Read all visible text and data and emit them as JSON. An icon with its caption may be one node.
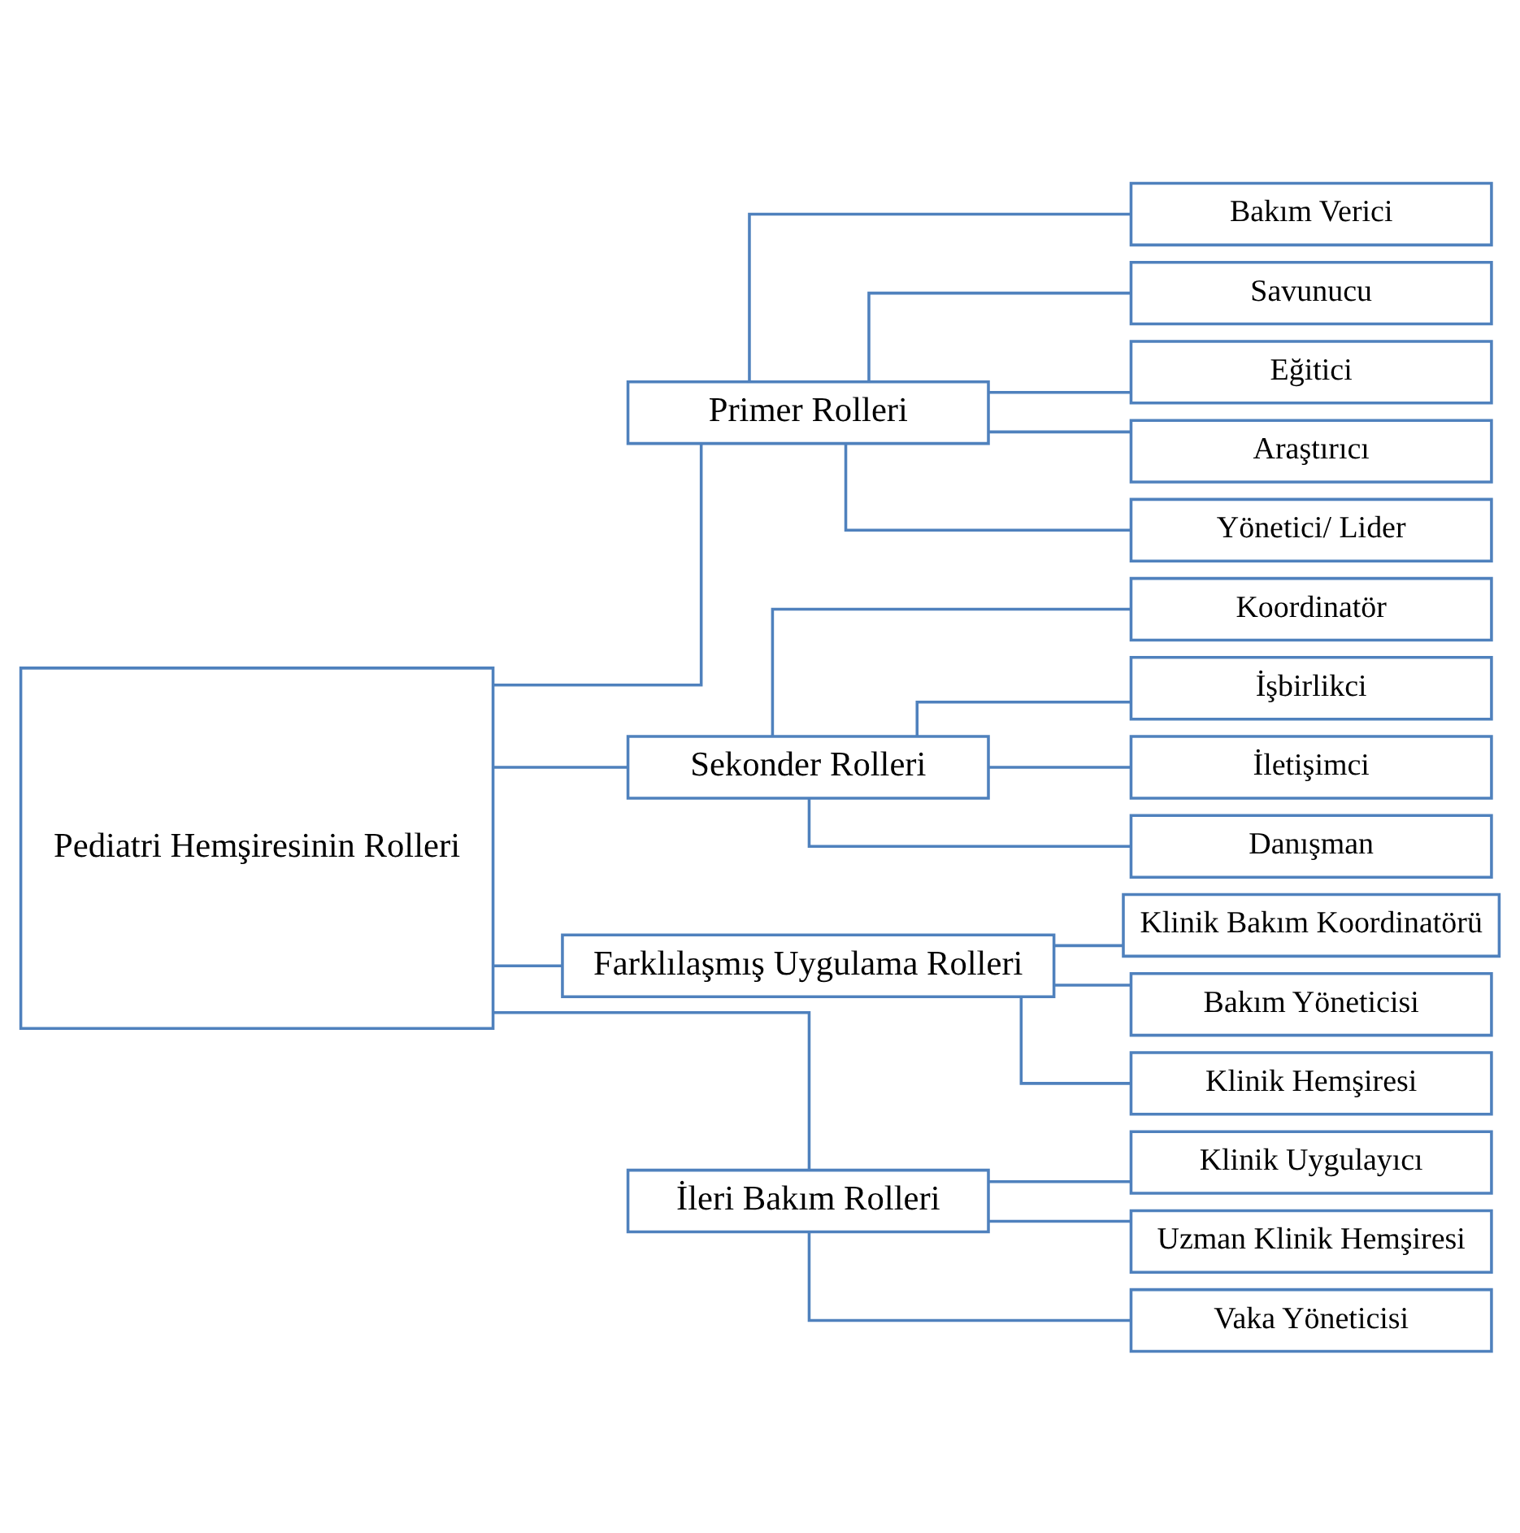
{
  "diagram": {
    "nodes": [
      {
        "text": [
          "Pediatri Hemşiresinin Rolleri"
        ]
      },
      {
        "text": [
          "Primer Rolleri"
        ]
      },
      {
        "text": [
          "Bakım Verici"
        ]
      },
      {
        "text": [
          "Savunucu"
        ]
      },
      {
        "text": [
          "Eğitici"
        ]
      },
      {
        "text": [
          "Araştırıcı"
        ]
      },
      {
        "text": [
          "Yönetici/ Lider"
        ]
      },
      {
        "text": [
          "Sekonder Rolleri"
        ]
      },
      {
        "text": [
          "Koordinatör"
        ]
      },
      {
        "text": [
          "İşbirlikci"
        ]
      },
      {
        "text": [
          "İletişimci"
        ]
      },
      {
        "text": [
          "Danışman"
        ]
      },
      {
        "text": [
          "Farklılaşmış Uygulama Rolleri"
        ]
      },
      {
        "text": [
          "Klinik Bakım Koordinatörü"
        ]
      },
      {
        "text": [
          "Bakım Yöneticisi"
        ]
      },
      {
        "text": [
          "Klinik Hemşiresi"
        ]
      },
      {
        "text": [
          "İleri Bakım Rolleri"
        ]
      },
      {
        "text": [
          "Klinik Uygulayıcı"
        ]
      },
      {
        "text": [
          "Uzman Klinik Hemşiresi"
        ]
      },
      {
        "text": [
          "Vaka Yöneticisi"
        ]
      }
    ],
    "edges": [
      {
        "from": 0,
        "to": 1,
        "arrow": "none"
      },
      {
        "from": 0,
        "to": 7,
        "arrow": "none"
      },
      {
        "from": 0,
        "to": 12,
        "arrow": "none"
      },
      {
        "from": 0,
        "to": 16,
        "arrow": "none"
      },
      {
        "from": 1,
        "to": 2,
        "arrow": "none"
      },
      {
        "from": 1,
        "to": 3,
        "arrow": "none"
      },
      {
        "from": 1,
        "to": 4,
        "arrow": "none"
      },
      {
        "from": 1,
        "to": 5,
        "arrow": "none"
      },
      {
        "from": 1,
        "to": 6,
        "arrow": "none"
      },
      {
        "from": 7,
        "to": 8,
        "arrow": "none"
      },
      {
        "from": 7,
        "to": 9,
        "arrow": "none"
      },
      {
        "from": 7,
        "to": 10,
        "arrow": "none"
      },
      {
        "from": 7,
        "to": 11,
        "arrow": "none"
      },
      {
        "from": 12,
        "to": 13,
        "arrow": "none"
      },
      {
        "from": 12,
        "to": 14,
        "arrow": "none"
      },
      {
        "from": 12,
        "to": 15,
        "arrow": "none"
      },
      {
        "from": 16,
        "to": 17,
        "arrow": "none"
      },
      {
        "from": 16,
        "to": 18,
        "arrow": "none"
      },
      {
        "from": 16,
        "to": 19,
        "arrow": "none"
      }
    ]
  }
}
